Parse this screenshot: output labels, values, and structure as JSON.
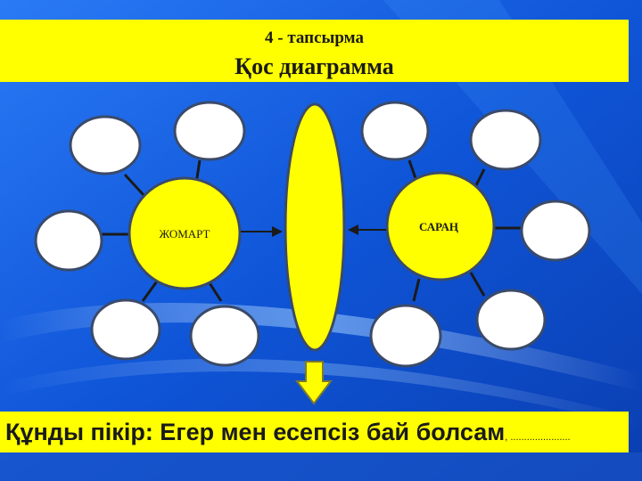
{
  "slide": {
    "task_label": "4 - тапсырма",
    "title": "Қос диаграмма",
    "left_circle_label": "ЖОМАРТ",
    "right_circle_label": "САРАҢ",
    "quote_text": "Құнды пікір: Егер мен есепсіз бай болсам",
    "quote_dots": ", ......................"
  },
  "colors": {
    "background": "#1560e0",
    "banner": "#ffff00",
    "circle_fill": "#ffff00",
    "bubble_fill": "#ffffff",
    "bubble_stroke": "#3a4a6a",
    "arrow_fill": "#ffff00"
  }
}
